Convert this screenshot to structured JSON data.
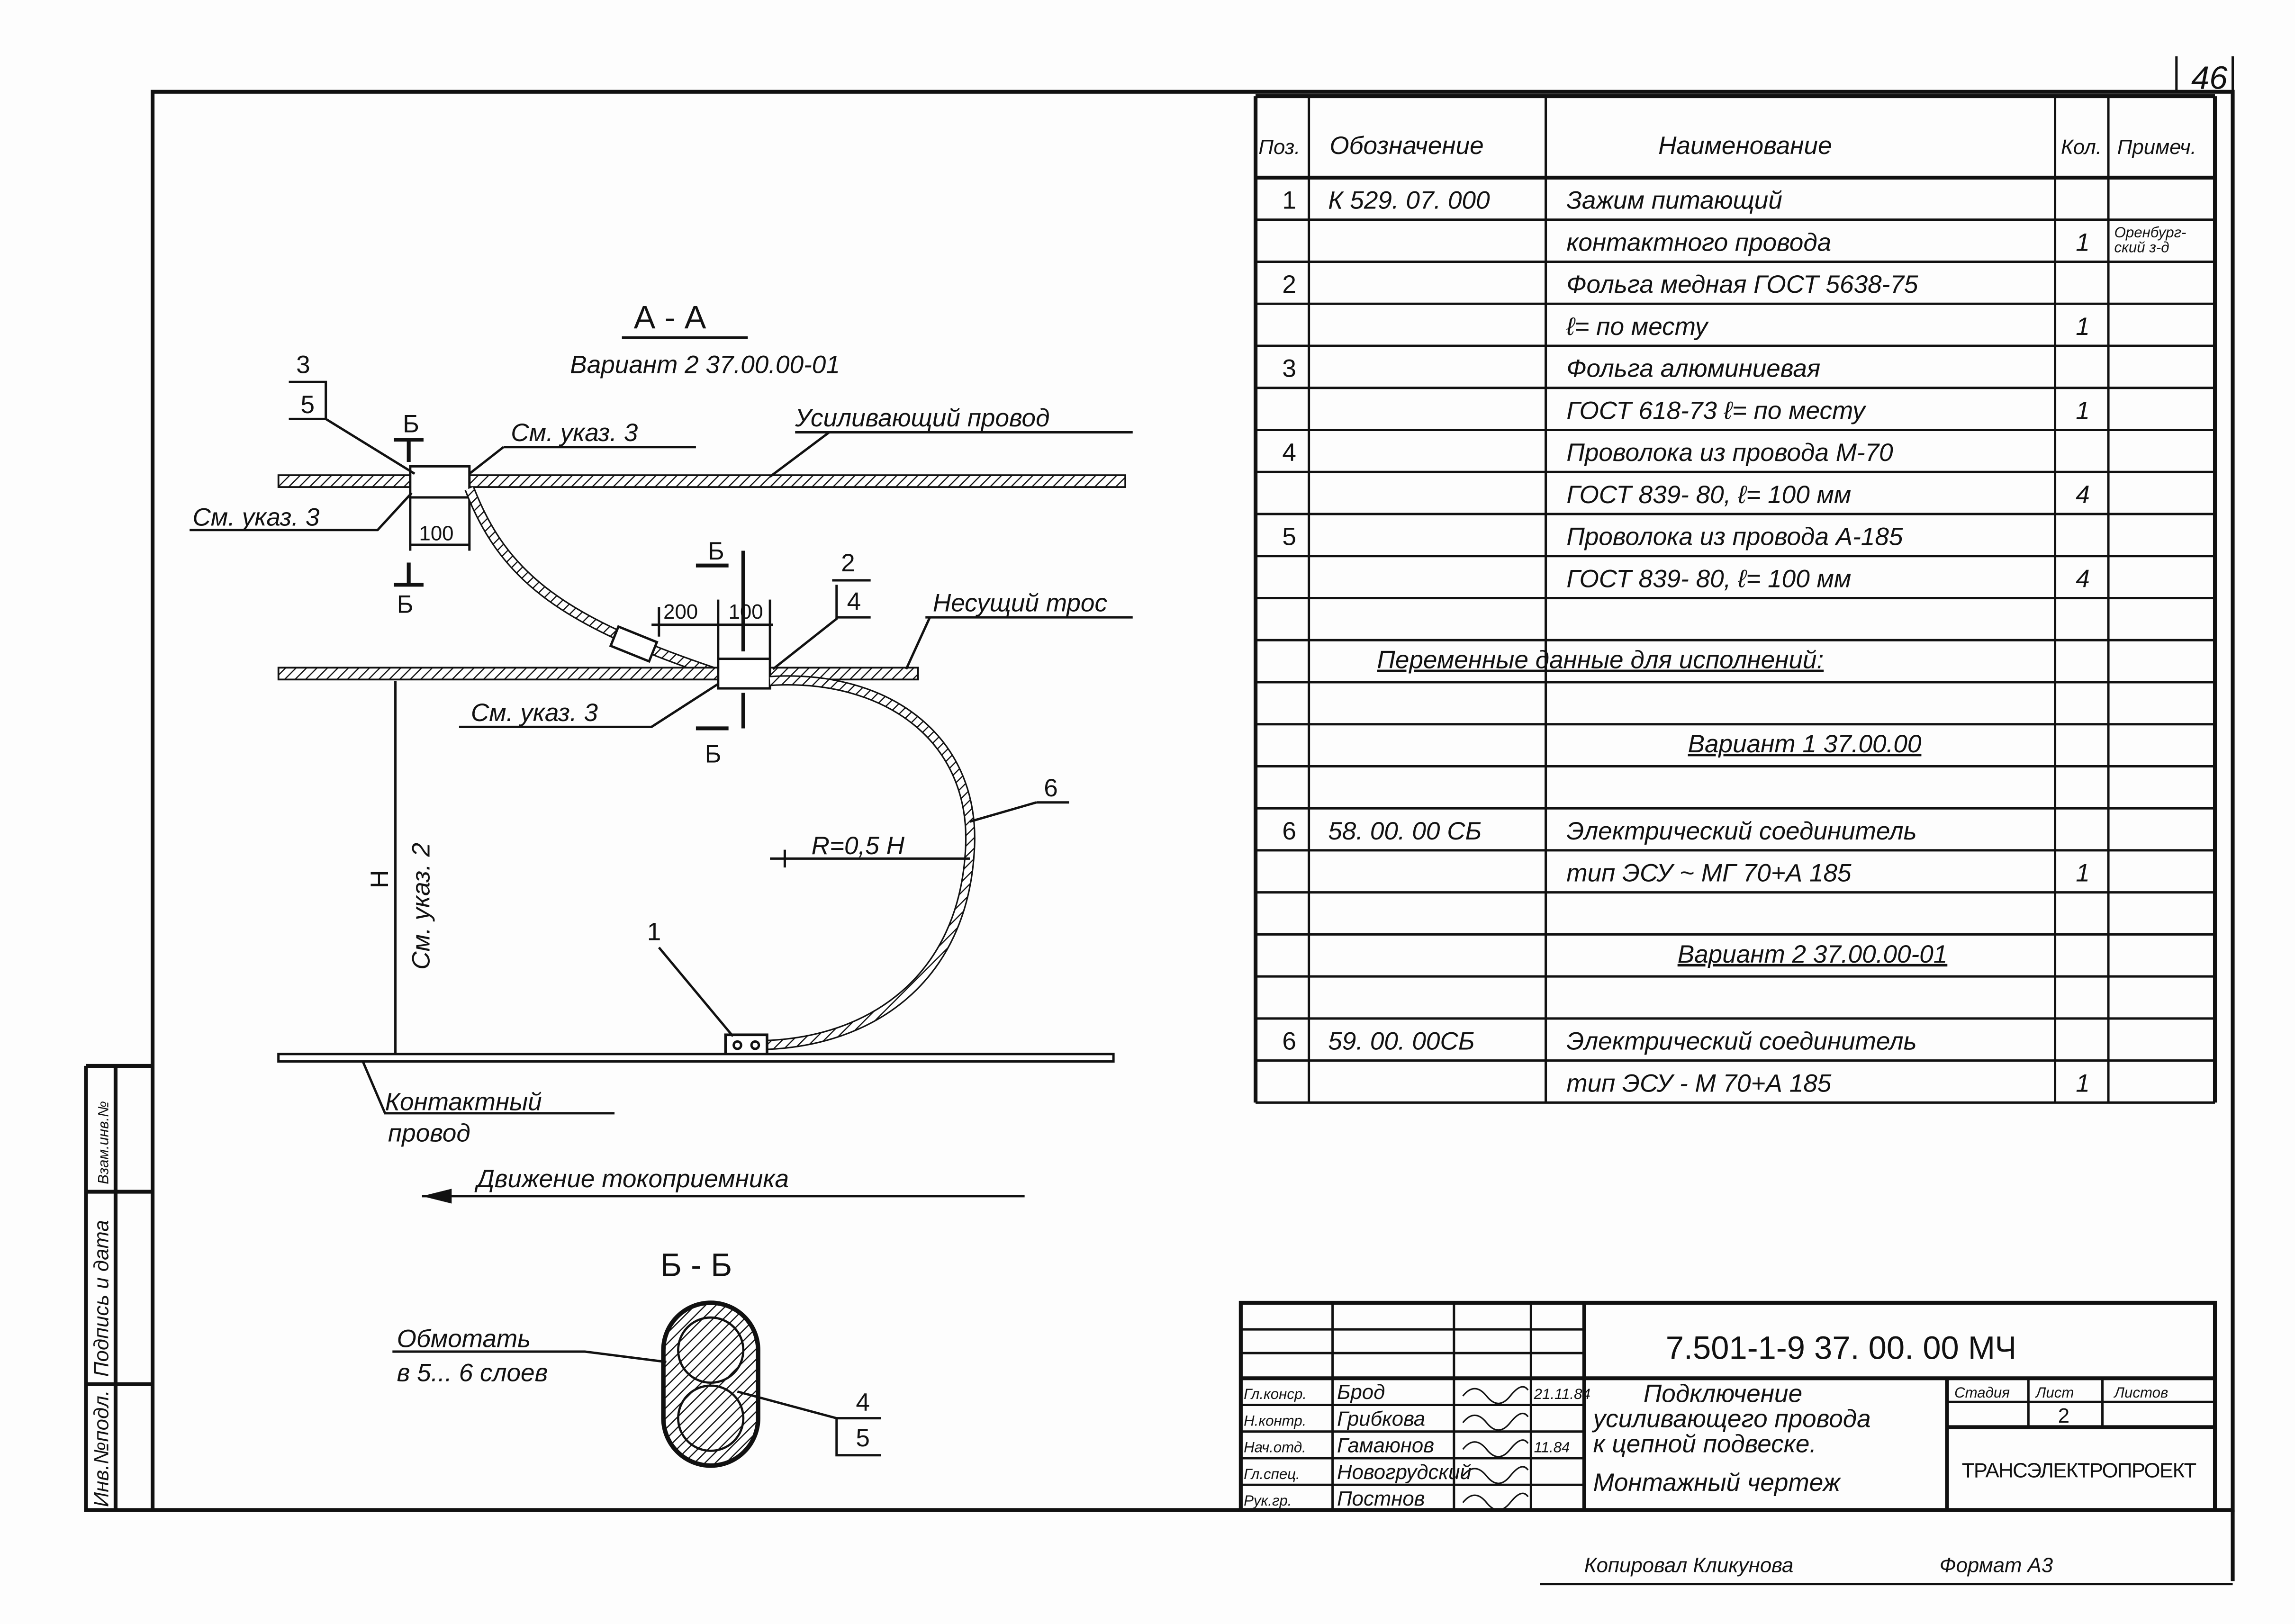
{
  "sheet_number": "46",
  "binding_strip": {
    "inv_orig": "Инв.№подл.",
    "sign_date": "Подпись и дата",
    "replace_inv": "Взам.инв.№"
  },
  "section_aa": {
    "title": "А - А",
    "variant": "Вариант 2   37.00.00-01",
    "reinforcing_wire": "Усиливающий провод",
    "messenger_wire": "Несущий трос",
    "contact_wire_1": "Контактный",
    "contact_wire_2": "провод",
    "see_note_3": "См. указ. 3",
    "see_note_2": "См. указ. 2",
    "section_mark": "Б",
    "dim_100": "100",
    "dim_200": "200",
    "radius": "R=0,5 H",
    "height": "H",
    "pos_1": "1",
    "pos_2": "2",
    "pos_3": "3",
    "pos_4": "4",
    "pos_5": "5",
    "pos_6": "6",
    "movement": "Движение токоприемника"
  },
  "section_bb": {
    "title": "Б - Б",
    "wrap_1": "Обмотать",
    "wrap_2": "в 5... 6 слоев",
    "pos_4": "4",
    "pos_5": "5"
  },
  "spec_table": {
    "headers": [
      "Поз.",
      "Обозначение",
      "Наименование",
      "Кол.",
      "Примеч."
    ],
    "rows": [
      {
        "pos": "1",
        "code": "К 529. 07. 000",
        "name": "Зажим   питающий",
        "qty": "",
        "note": ""
      },
      {
        "pos": "",
        "code": "",
        "name": "контактного  провода",
        "qty": "1",
        "note": "Оренбург-|ский з-д"
      },
      {
        "pos": "2",
        "code": "",
        "name": "Фольга медная   ГОСТ 5638-75",
        "qty": "",
        "note": ""
      },
      {
        "pos": "",
        "code": "",
        "name": "ℓ= по месту",
        "qty": "1",
        "note": ""
      },
      {
        "pos": "3",
        "code": "",
        "name": "Фольга   алюминиевая",
        "qty": "",
        "note": ""
      },
      {
        "pos": "",
        "code": "",
        "name": "ГОСТ 618-73      ℓ= по месту",
        "qty": "1",
        "note": ""
      },
      {
        "pos": "4",
        "code": "",
        "name": "Проволока из провода  М-70",
        "qty": "",
        "note": ""
      },
      {
        "pos": "",
        "code": "",
        "name": "ГОСТ  839- 80,     ℓ= 100 мм",
        "qty": "4",
        "note": ""
      },
      {
        "pos": "5",
        "code": "",
        "name": "Проволока  из провода  А-185",
        "qty": "",
        "note": ""
      },
      {
        "pos": "",
        "code": "",
        "name": "ГОСТ 839- 80,       ℓ= 100 мм",
        "qty": "4",
        "note": ""
      },
      {
        "pos": "",
        "code": "",
        "name": "",
        "qty": "",
        "note": ""
      },
      {
        "pos": "",
        "code": "",
        "name": "",
        "qty": "",
        "note": ""
      },
      {
        "pos": "",
        "code": "",
        "name": "",
        "qty": "",
        "note": ""
      },
      {
        "pos": "",
        "code": "",
        "name": "",
        "qty": "",
        "note": ""
      },
      {
        "pos": "",
        "code": "",
        "name": "",
        "qty": "",
        "note": ""
      },
      {
        "pos": "6",
        "code": "58. 00. 00 СБ",
        "name": "Электрический  соединитель",
        "qty": "",
        "note": ""
      },
      {
        "pos": "",
        "code": "",
        "name": "тип  ЭСУ ~ МГ 70+А 185",
        "qty": "1",
        "note": ""
      },
      {
        "pos": "",
        "code": "",
        "name": "",
        "qty": "",
        "note": ""
      },
      {
        "pos": "",
        "code": "",
        "name": "",
        "qty": "",
        "note": ""
      },
      {
        "pos": "",
        "code": "",
        "name": "",
        "qty": "",
        "note": ""
      },
      {
        "pos": "6",
        "code": "59. 00. 00СБ",
        "name": "Электрический  соединитель",
        "qty": "",
        "note": ""
      },
      {
        "pos": "",
        "code": "",
        "name": "тип  ЭСУ -  М 70+А 185",
        "qty": "1",
        "note": ""
      }
    ],
    "variable_data": "Переменные данные для исполнений:",
    "variant_1": "Вариант 1  37.00.00",
    "variant_2": "Вариант 2  37.00.00-01"
  },
  "title_block": {
    "code": "7.501-1-9      37. 00. 00  МЧ",
    "title_lines": [
      "Подключение",
      "усиливающего провода",
      "к цепной подвеске.",
      "Монтажный  чертеж"
    ],
    "stage_header": "Стадия",
    "sheet_header": "Лист",
    "sheets_header": "Листов",
    "sheet_value": "2",
    "organization": "ТРАНСЭЛЕКТРОПРОЕКТ",
    "signatures": [
      {
        "role": "Гл.конср.",
        "name": "Брод",
        "date": "21.11.84"
      },
      {
        "role": "Н.контр.",
        "name": "Грибкова",
        "date": ""
      },
      {
        "role": "Нач.отд.",
        "name": "Гамаюнов",
        "date": "11.84"
      },
      {
        "role": "Гл.спец.",
        "name": "Новогрудский",
        "date": ""
      },
      {
        "role": "Рук.гр.",
        "name": "Постнов",
        "date": ""
      }
    ]
  },
  "footer": {
    "copied": "Копировал Кликунова",
    "format": "Формат А3"
  }
}
